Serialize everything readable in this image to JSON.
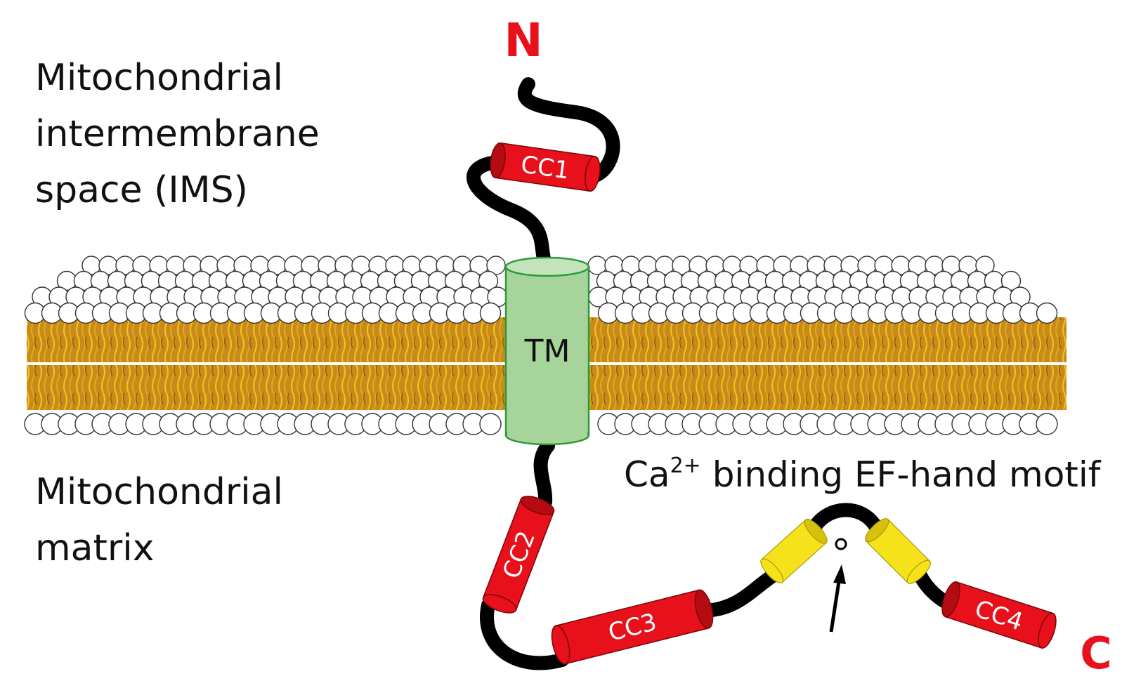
{
  "labels": {
    "ims_line1": "Mitochondrial",
    "ims_line2": "intermembrane",
    "ims_line3": "space (IMS)",
    "matrix_line1": "Mitochondrial",
    "matrix_line2": "matrix",
    "ef_prefix": "Ca",
    "ef_superscript": "2+",
    "ef_suffix": " binding EF-hand motif",
    "n_terminus": "N",
    "c_terminus": "C",
    "tm": "TM",
    "cc1": "CC1",
    "cc2": "CC2",
    "cc3": "CC3",
    "cc4": "CC4"
  },
  "colors": {
    "coiled_coil": "#e8101a",
    "coiled_coil_cap": "#b50b12",
    "transmembrane": "#a6d49a",
    "transmembrane_edge": "#2a9a3a",
    "ef_hand": "#f5e21a",
    "ef_hand_cap": "#d6c20c",
    "terminus_text": "#e8101a",
    "membrane_tail": "#c98a1c",
    "membrane_tail_line": "#f0c21c",
    "backbone": "#000000"
  },
  "icons": [
    "lipid-head-icon",
    "calcium-ion-icon",
    "arrow-icon"
  ]
}
